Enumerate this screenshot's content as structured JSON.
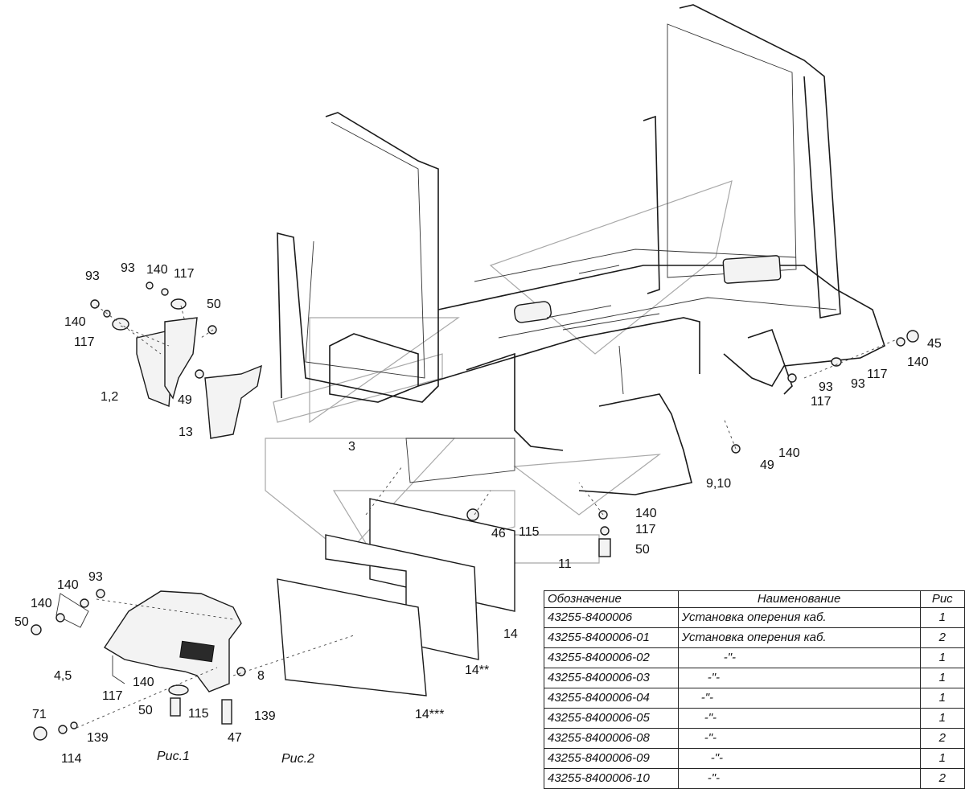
{
  "table": {
    "headers": [
      "Обозначение",
      "Наименование",
      "Рис"
    ],
    "rows": [
      {
        "code": "43255-8400006",
        "name": "Установка оперения каб.",
        "fig": "1"
      },
      {
        "code": "43255-8400006-01",
        "name": "Установка оперения каб.",
        "fig": "2"
      },
      {
        "code": "43255-8400006-02",
        "name": "-\"-",
        "fig": "1"
      },
      {
        "code": "43255-8400006-03",
        "name": "-\"-",
        "fig": "1"
      },
      {
        "code": "43255-8400006-04",
        "name": "-\"-",
        "fig": "1"
      },
      {
        "code": "43255-8400006-05",
        "name": "-\"-",
        "fig": "1"
      },
      {
        "code": "43255-8400006-08",
        "name": "-\"-",
        "fig": "2"
      },
      {
        "code": "43255-8400006-09",
        "name": "-\"-",
        "fig": "1"
      },
      {
        "code": "43255-8400006-10",
        "name": "-\"-",
        "fig": "2"
      }
    ]
  },
  "figure_labels": {
    "fig1": "Рис.1",
    "fig2": "Рис.2"
  },
  "callouts": {
    "topleft_93a": "93",
    "topleft_93b": "93",
    "topleft_140a": "140",
    "topleft_117a": "117",
    "topleft_140b": "140",
    "topleft_117b": "117",
    "topleft_50": "50",
    "part_1_2": "1,2",
    "part_49a": "49",
    "part_13": "13",
    "part_3": "3",
    "right_45": "45",
    "right_140a": "140",
    "right_117a": "117",
    "right_93a": "93",
    "right_93b": "93",
    "right_117b": "117",
    "right_140b": "140",
    "right_49": "49",
    "part_9_10": "9,10",
    "mid_140": "140",
    "mid_117": "117",
    "mid_50": "50",
    "part_46": "46",
    "part_115a": "115",
    "part_11": "11",
    "part_14": "14",
    "part_14b": "14**",
    "part_14c": "14***",
    "low_140a": "140",
    "low_93": "93",
    "low_140b": "140",
    "low_50a": "50",
    "part_4_5": "4,5",
    "part_8": "8",
    "low_140c": "140",
    "low_117": "117",
    "low_50b": "50",
    "low_115": "115",
    "low_139a": "139",
    "low_47": "47",
    "low_71": "71",
    "low_139b": "139",
    "low_114": "114"
  }
}
